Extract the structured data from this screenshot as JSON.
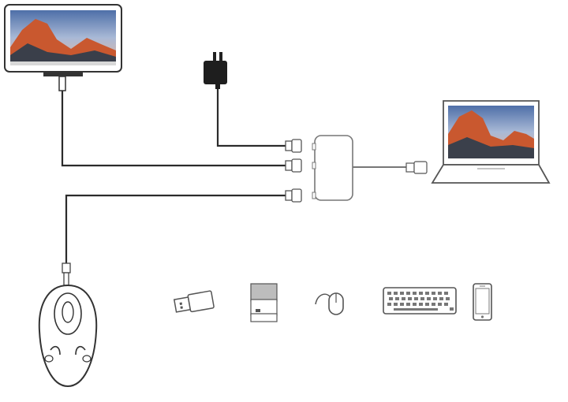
{
  "diagram": {
    "devices": [
      {
        "id": "tablet",
        "icon": "tablet-landscape-icon"
      },
      {
        "id": "power-adapter",
        "icon": "power-adapter-icon"
      },
      {
        "id": "usb-c-hub",
        "icon": "usb-c-hub-icon"
      },
      {
        "id": "laptop",
        "icon": "laptop-icon"
      },
      {
        "id": "mouse",
        "icon": "mouse-icon"
      }
    ],
    "peripheral_icons": [
      "usb-flash-drive-icon",
      "card-reader-icon",
      "wired-mouse-icon",
      "keyboard-icon",
      "smartphone-icon"
    ],
    "colors": {
      "cable": "#2b2b2b",
      "outline": "#888888",
      "hub_fill": "#ffffff",
      "screen_sky": "#8fa6c8",
      "screen_mountain": "#d2552f"
    }
  }
}
